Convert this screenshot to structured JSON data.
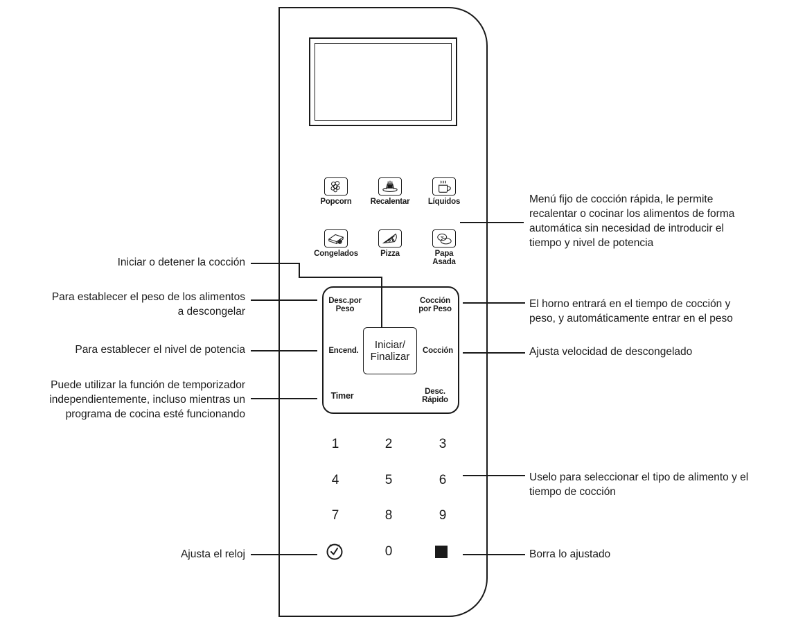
{
  "menu_buttons": [
    {
      "label": "Popcorn",
      "icon": "popcorn-icon"
    },
    {
      "label": "Recalentar",
      "icon": "reheat-icon"
    },
    {
      "label": "Líquidos",
      "icon": "liquids-icon"
    },
    {
      "label": "Congelados",
      "icon": "frozen-icon"
    },
    {
      "label": "Pizza",
      "icon": "pizza-icon"
    },
    {
      "label": "Papa Asada",
      "line1": "Papa",
      "line2": "Asada",
      "icon": "potato-icon"
    }
  ],
  "controls": {
    "desc_por_peso": {
      "line1": "Desc.por",
      "line2": "Peso"
    },
    "coccion_por_peso": {
      "line1": "Cocción",
      "line2": "por Peso"
    },
    "encend": "Encend.",
    "start": {
      "line1": "Iniciar/",
      "line2": "Finalizar"
    },
    "coccion": "Cocción",
    "timer": "Timer",
    "desc_rapido": {
      "line1": "Desc.",
      "line2": "Rápido"
    }
  },
  "numpad": [
    "1",
    "2",
    "3",
    "4",
    "5",
    "6",
    "7",
    "8",
    "9",
    "0"
  ],
  "special_keys": {
    "clock": "clock-icon",
    "stop": "stop-square-icon"
  },
  "callouts": {
    "menu": {
      "line1": "Menú fijo de cocción rápida, le permite",
      "line2": "recalentar o cocinar los alimentos de forma",
      "line3": "automática sin necesidad de introducir el",
      "line4": "tiempo y nivel de potencia"
    },
    "start": "Iniciar o detener la cocción",
    "weight": {
      "line1": "Para establecer el peso de los alimentos",
      "line2": "a descongelar"
    },
    "cook_weight": {
      "line1": "El horno entrará en el tiempo de cocción y",
      "line2": "peso, y automáticamente entrar en el peso"
    },
    "power": "Para establecer el nivel de potencia",
    "defrost_speed": "Ajusta velocidad de descongelado",
    "timer": {
      "line1": "Puede utilizar la función de temporizador",
      "line2": "independientemente, incluso mientras un",
      "line3": "programa de cocina esté funcionando"
    },
    "numbers": {
      "line1": "Uselo para seleccionar el tipo de alimento y el",
      "line2": "tiempo de cocción"
    },
    "clock": "Ajusta el reloj",
    "clear": "Borra lo ajustado"
  }
}
